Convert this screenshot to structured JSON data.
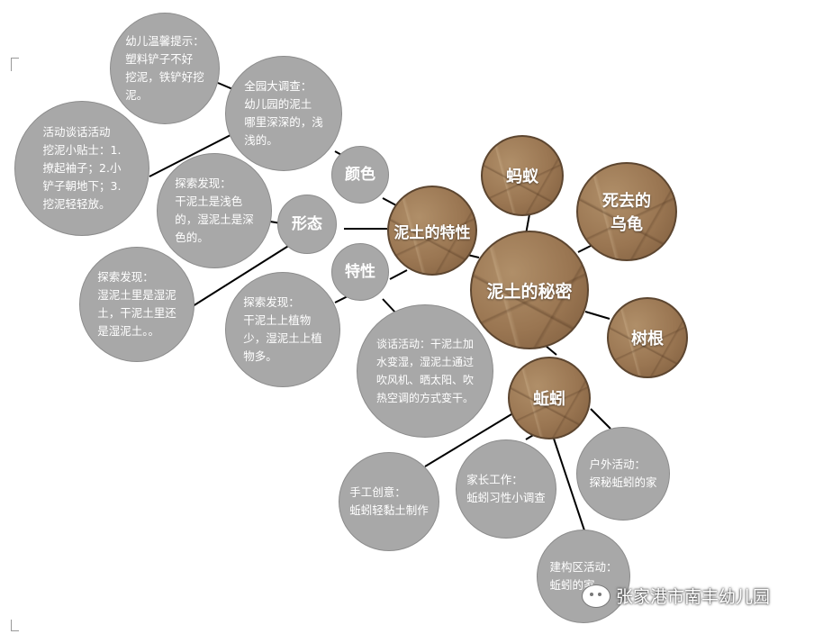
{
  "root": {
    "label": "泥土的秘密"
  },
  "branches": {
    "properties": "泥土的特性",
    "ant": "蚂蚁",
    "turtle": "死去的\n乌龟",
    "roots": "树根",
    "earthworm": "蚯蚓"
  },
  "subtopics": {
    "color": "颜色",
    "form": "形态",
    "trait": "特性"
  },
  "notes": {
    "tip": "幼儿温馨提示：\n塑料铲子不好\n挖泥，铁铲好挖\n泥。",
    "survey": "全园大调查：\n幼儿园的泥土\n哪里深深的，浅\n浅的。",
    "dig_tips": "活动谈话活动\n挖泥小贴士：1.\n撩起袖子；2.小\n铲子朝地下；3.\n挖泥轻轻放。",
    "explore_color": "探索发现：\n干泥土是浅色\n的，湿泥土是深\n色的。",
    "explore_wet": "探索发现：\n湿泥土里是湿泥\n土，干泥土里还\n是湿泥土。。",
    "explore_plants": "探索发现：\n干泥土上植物\n少，湿泥土上植\n物多。",
    "talk": "谈话活动：干泥土加\n水变湿，湿泥土通过\n吹风机、晒太阳、吹\n热空调的方式变干。",
    "craft": "手工创意：\n蚯蚓轻黏土制作",
    "parents": "家长工作：\n蚯蚓习性小调查",
    "outdoor": "户外活动：\n探秘蚯蚓的家",
    "building": "建构区活动：\n蚯蚓的家"
  },
  "watermark": {
    "text": "张家港市南丰幼儿园",
    "icon": "wechat-icon"
  },
  "colors": {
    "grey_node": "#a8a8a8",
    "brown_node": "#9b7a57",
    "line": "#000000"
  }
}
